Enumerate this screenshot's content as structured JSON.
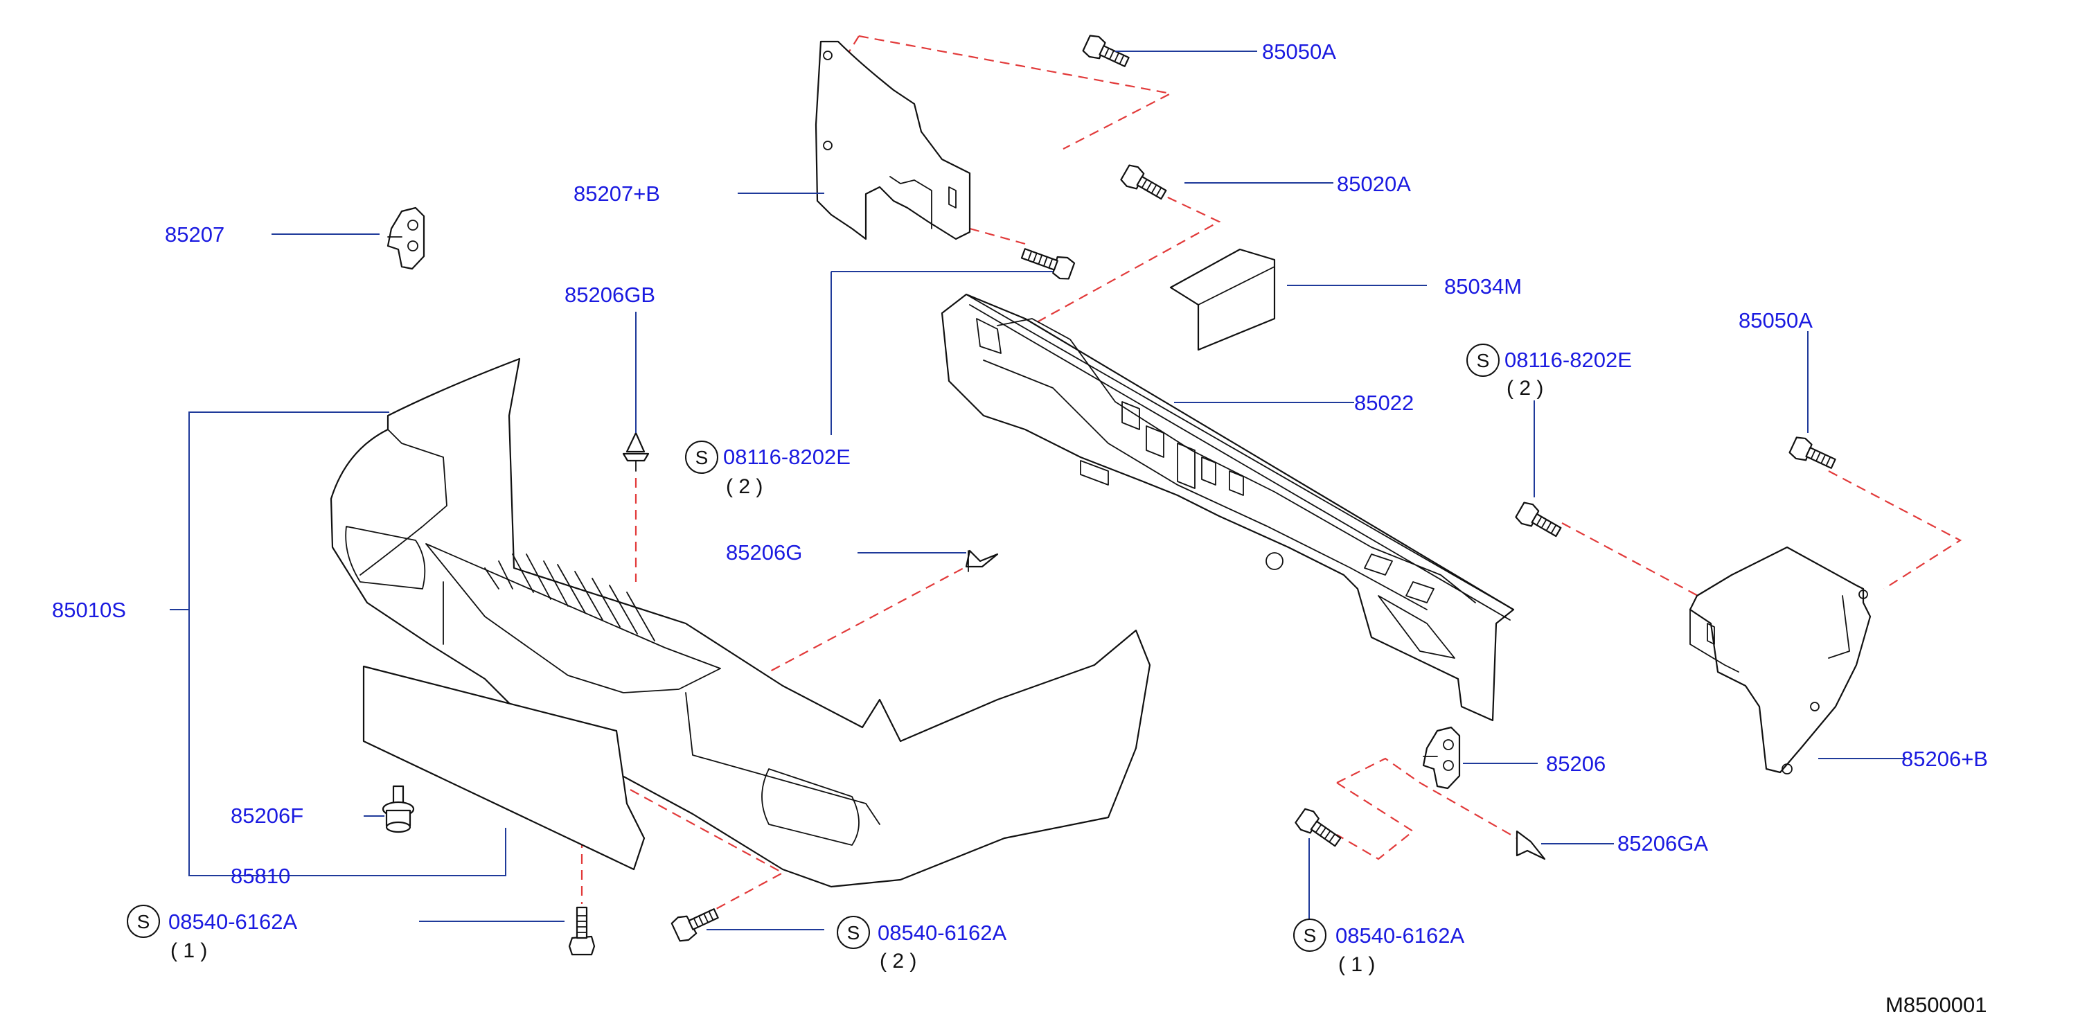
{
  "diagram_code": "M8500001",
  "colors": {
    "label": "#1a1ae0",
    "leader": "#1f3a9a",
    "dashed": "#e23a3a",
    "outline": "#111111"
  },
  "callouts": {
    "c85050A_top": "85050A",
    "c85207B": "85207+B",
    "c85020A": "85020A",
    "c85207": "85207",
    "c85206GB": "85206GB",
    "c85034M": "85034M",
    "c85050A_right": "85050A",
    "c08116_left": "08116-8202E",
    "c08116_left_qty": "( 2 )",
    "c08116_right": "08116-8202E",
    "c08116_right_qty": "( 2 )",
    "c85022": "85022",
    "c85206G": "85206G",
    "c85010S": "85010S",
    "c85206": "85206",
    "c85206B": "85206+B",
    "c85206GA": "85206GA",
    "c85206F": "85206F",
    "c85810": "85810",
    "c08540_left": "08540-6162A",
    "c08540_left_qty": "( 1 )",
    "c08540_mid": "08540-6162A",
    "c08540_mid_qty": "( 2 )",
    "c08540_right": "08540-6162A",
    "c08540_right_qty": "( 1 )"
  },
  "standard_marker": "S"
}
